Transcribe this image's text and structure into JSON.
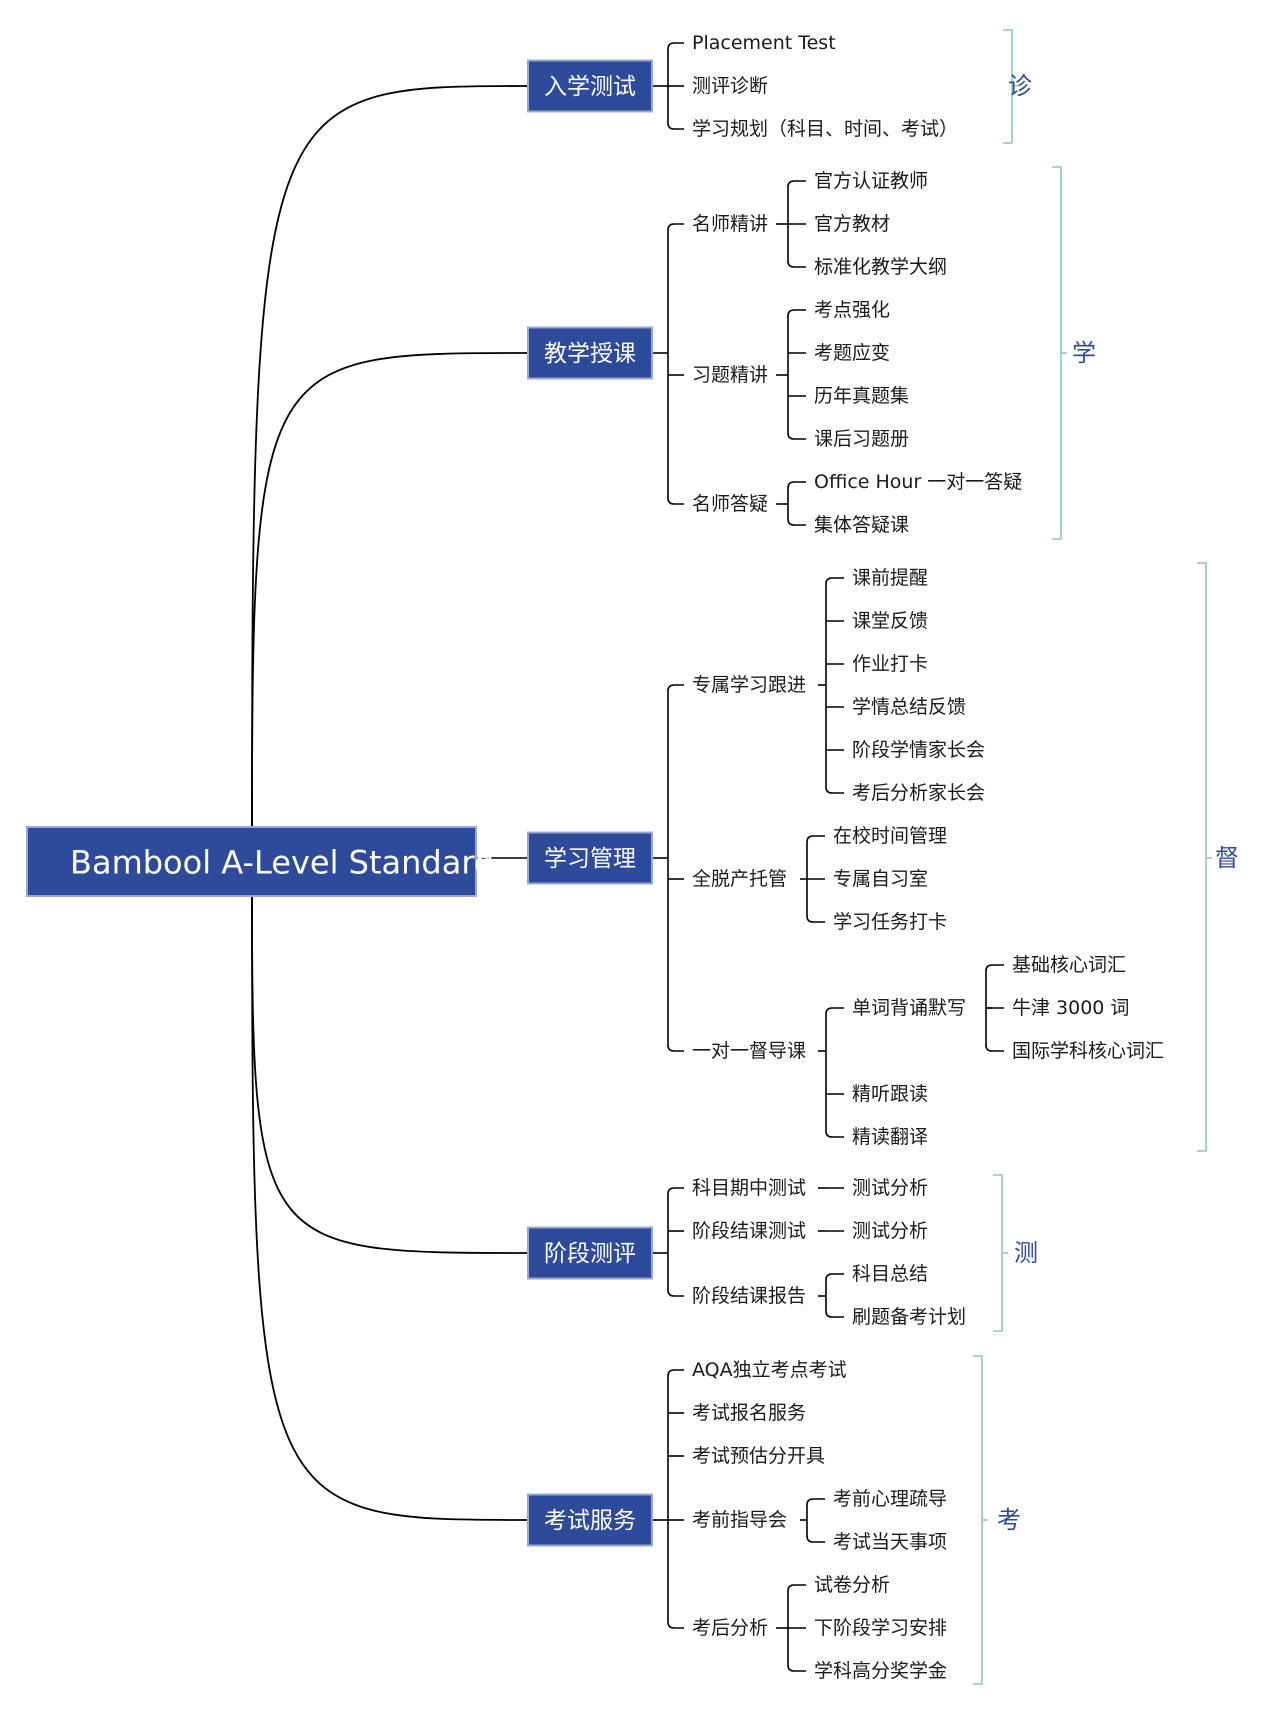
{
  "colors": {
    "box_fill": "#2e4a9a",
    "box_border": "#9aa8cf",
    "line": "#000000",
    "bracket": "#8cc6c8",
    "tag_text": "#2e4a9a"
  },
  "root": {
    "label": "Bambool A-Level Standard"
  },
  "branches": [
    {
      "label": "入学测试",
      "tag": "诊",
      "items": [
        {
          "label": "Placement Test"
        },
        {
          "label": "测评诊断"
        },
        {
          "label": "学习规划（科目、时间、考试）"
        }
      ]
    },
    {
      "label": "教学授课",
      "tag": "学",
      "items": [
        {
          "label": "名师精讲",
          "children": [
            {
              "label": "官方认证教师"
            },
            {
              "label": "官方教材"
            },
            {
              "label": "标准化教学大纲"
            }
          ]
        },
        {
          "label": "习题精讲",
          "children": [
            {
              "label": "考点强化"
            },
            {
              "label": "考题应变"
            },
            {
              "label": "历年真题集"
            },
            {
              "label": "课后习题册"
            }
          ]
        },
        {
          "label": "名师答疑",
          "children": [
            {
              "label": "Office Hour 一对一答疑"
            },
            {
              "label": "集体答疑课"
            }
          ]
        }
      ]
    },
    {
      "label": "学习管理",
      "tag": "督",
      "items": [
        {
          "label": "专属学习跟进",
          "children": [
            {
              "label": "课前提醒"
            },
            {
              "label": "课堂反馈"
            },
            {
              "label": "作业打卡"
            },
            {
              "label": "学情总结反馈"
            },
            {
              "label": "阶段学情家长会"
            },
            {
              "label": "考后分析家长会"
            }
          ]
        },
        {
          "label": "全脱产托管",
          "children": [
            {
              "label": "在校时间管理"
            },
            {
              "label": "专属自习室"
            },
            {
              "label": "学习任务打卡"
            }
          ]
        },
        {
          "label": "一对一督导课",
          "children": [
            {
              "label": "单词背诵默写",
              "children": [
                {
                  "label": "基础核心词汇"
                },
                {
                  "label": "牛津 3000 词"
                },
                {
                  "label": "国际学科核心词汇"
                }
              ]
            },
            {
              "label": "精听跟读"
            },
            {
              "label": "精读翻译"
            }
          ]
        }
      ]
    },
    {
      "label": "阶段测评",
      "tag": "测",
      "items": [
        {
          "label": "科目期中测试",
          "children": [
            {
              "label": "测试分析"
            }
          ]
        },
        {
          "label": "阶段结课测试",
          "children": [
            {
              "label": "测试分析"
            }
          ]
        },
        {
          "label": "阶段结课报告",
          "children": [
            {
              "label": "科目总结"
            },
            {
              "label": "刷题备考计划"
            }
          ]
        }
      ]
    },
    {
      "label": "考试服务",
      "tag": "考",
      "items": [
        {
          "label": "AQA独立考点考试"
        },
        {
          "label": "考试报名服务"
        },
        {
          "label": "考试预估分开具"
        },
        {
          "label": "考前指导会",
          "children": [
            {
              "label": "考前心理疏导"
            },
            {
              "label": "考试当天事项"
            }
          ]
        },
        {
          "label": "考后分析",
          "children": [
            {
              "label": "试卷分析"
            },
            {
              "label": "下阶段学习安排"
            },
            {
              "label": "学科高分奖学金"
            }
          ]
        }
      ]
    }
  ]
}
